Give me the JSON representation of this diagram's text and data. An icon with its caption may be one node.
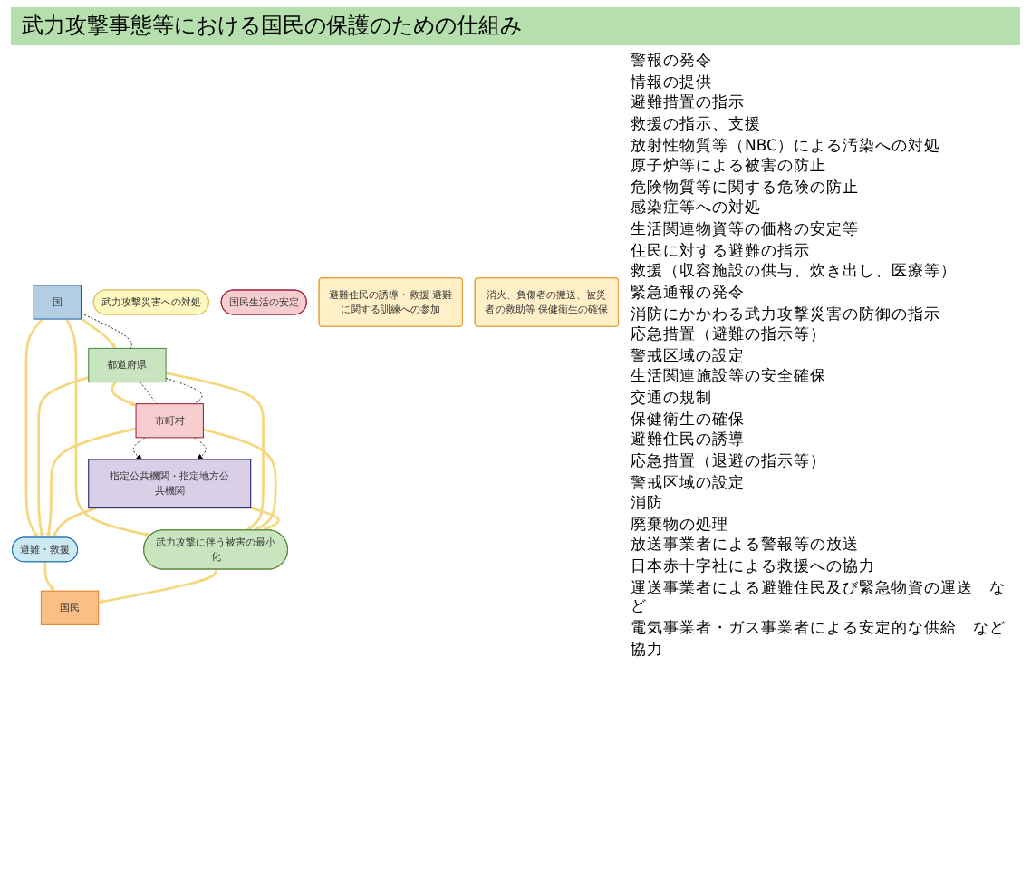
{
  "diagram": {
    "title": "武力攻撃事態等における国民の保護のための仕組み",
    "nodes": [
      {
        "text": [
          "国"
        ]
      },
      {
        "text": [
          "都道府県"
        ]
      },
      {
        "text": [
          "市町村"
        ]
      },
      {
        "text": [
          "指定公共機関・指定地方公共機関"
        ]
      },
      {
        "text": [
          "国民"
        ]
      },
      {
        "text": [
          "避難・救援"
        ]
      },
      {
        "text": [
          "武力攻撃に伴う被害の最小化"
        ]
      },
      {
        "text": [
          "武力攻撃災害への対処"
        ]
      },
      {
        "text": [
          "国民生活の安定"
        ]
      },
      {
        "text": [
          "避難住民の誘導・救援 避難に関する訓練への参加"
        ]
      },
      {
        "text": [
          "消火、負傷者の搬送、被災者の救助等 保健衛生の確保"
        ]
      }
    ],
    "edges": [
      {
        "from": 0,
        "to": 5,
        "arrow": "to"
      },
      {
        "from": 0,
        "to": 6,
        "arrow": "to"
      },
      {
        "from": 0,
        "to": 1,
        "arrow": "to"
      },
      {
        "from": 0,
        "to": 1,
        "arrow": "none",
        "style": "dashed",
        "color": "#000000"
      },
      {
        "from": 1,
        "to": 5,
        "arrow": "to"
      },
      {
        "from": 1,
        "to": 6,
        "arrow": "to"
      },
      {
        "from": 1,
        "to": 2,
        "arrow": "to"
      },
      {
        "from": 1,
        "to": 2,
        "arrow": "none",
        "style": "dashed",
        "color": "#000000"
      },
      {
        "from": 1,
        "to": 2,
        "arrow": "none",
        "style": "dashed",
        "color": "#000000"
      },
      {
        "from": 2,
        "to": 5,
        "arrow": "to"
      },
      {
        "from": 2,
        "to": 6,
        "arrow": "to"
      },
      {
        "from": 2,
        "to": 3,
        "arrow": "to",
        "style": "dashed",
        "color": "#000000"
      },
      {
        "from": 2,
        "to": 3,
        "arrow": "to",
        "style": "dashed",
        "color": "#000000"
      },
      {
        "from": 3,
        "to": 5,
        "arrow": "to"
      },
      {
        "from": 3,
        "to": 6,
        "arrow": "to"
      },
      {
        "from": 5,
        "to": 4,
        "arrow": "to"
      },
      {
        "from": 6,
        "to": 4,
        "arrow": "to"
      }
    ],
    "labels": [
      "警報の発令",
      "情報の提供",
      "避難措置の指示",
      "救援の指示、支援",
      "放射性物質等（NBC）による汚染への対処",
      "原子炉等による被害の防止",
      "危険物質等に関する危険の防止",
      "感染症等への対処",
      "生活関連物資等の価格の安定等",
      "住民に対する避難の指示",
      "救援（収容施設の供与、炊き出し、医療等）",
      "緊急通報の発令",
      "消防にかかわる武力攻撃災害の防御の指示",
      "応急措置（避難の指示等）",
      "警戒区域の設定",
      "生活関連施設等の安全確保",
      "交通の規制",
      "保健衛生の確保",
      "避難住民の誘導",
      "応急措置（退避の指示等）",
      "警戒区域の設定",
      "消防",
      "廃棄物の処理",
      "放送事業者による警報等の放送",
      "日本赤十字社による救援への協力",
      "運送事業者による避難住民及び緊急物資の運送　など",
      "電気事業者・ガス事業者による安定的な供給　など",
      "協力"
    ]
  }
}
